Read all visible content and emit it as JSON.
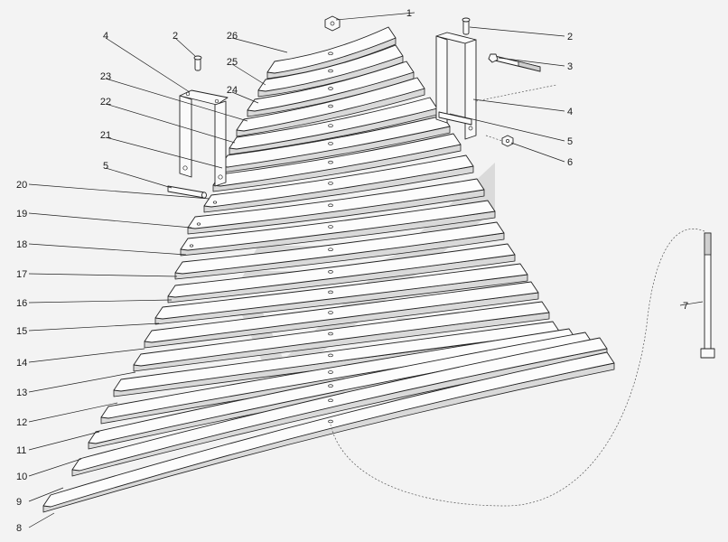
{
  "diagram": {
    "callouts": [
      {
        "id": "1"
      },
      {
        "id": "2"
      },
      {
        "id": "2"
      },
      {
        "id": "3"
      },
      {
        "id": "4"
      },
      {
        "id": "4"
      },
      {
        "id": "5"
      },
      {
        "id": "5"
      },
      {
        "id": "6"
      },
      {
        "id": "7"
      },
      {
        "id": "8"
      },
      {
        "id": "9"
      },
      {
        "id": "10"
      },
      {
        "id": "11"
      },
      {
        "id": "12"
      },
      {
        "id": "13"
      },
      {
        "id": "14"
      },
      {
        "id": "15"
      },
      {
        "id": "16"
      },
      {
        "id": "17"
      },
      {
        "id": "18"
      },
      {
        "id": "19"
      },
      {
        "id": "20"
      },
      {
        "id": "21"
      },
      {
        "id": "22"
      },
      {
        "id": "23"
      },
      {
        "id": "24"
      },
      {
        "id": "25"
      },
      {
        "id": "26"
      }
    ],
    "watermark_color": "#c4c4c4",
    "line_color": "#222222"
  }
}
